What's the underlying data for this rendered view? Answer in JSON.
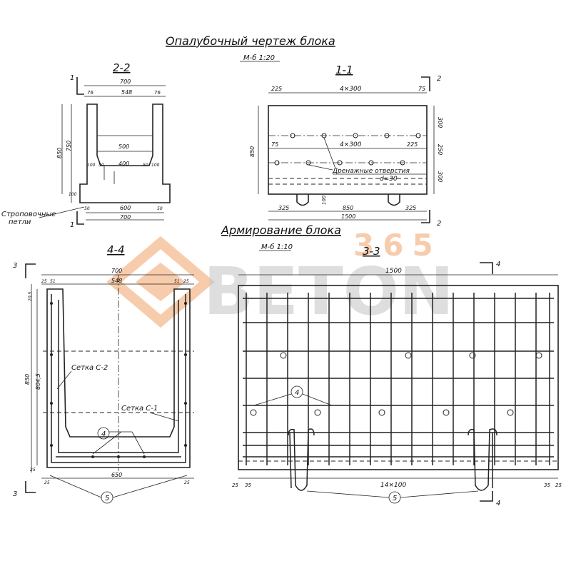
{
  "titles": {
    "formwork": "Опалубочный  чертеж  блока",
    "formwork_scale": "М-б 1:20",
    "reinforcement": "Армирование  блока",
    "reinforcement_scale": "М-б 1:10"
  },
  "sections": {
    "s22": "2-2",
    "s11": "1-1",
    "s44": "4-4",
    "s33": "3-3"
  },
  "cut_marks": {
    "m1": "1",
    "m2": "2",
    "m3": "3",
    "m4": "4"
  },
  "view_22": {
    "dims": [
      "700",
      "76",
      "548",
      "76",
      "850",
      "750",
      "500",
      "400",
      "100",
      "50",
      "50",
      "100",
      "100",
      "50",
      "600",
      "50",
      "700"
    ],
    "label_loops": "Строповочные",
    "label_loops2": "петли"
  },
  "view_11": {
    "dims": [
      "225",
      "4×300",
      "75",
      "300",
      "250",
      "300",
      "850",
      "75",
      "4×300",
      "225",
      "325",
      "850",
      "325",
      "1500",
      "100"
    ],
    "label_holes": "Дренажные  отверстия",
    "label_d": "d=30"
  },
  "view_44": {
    "dims": [
      "700",
      "25",
      "51",
      "548",
      "51",
      "25",
      "20,5",
      "850",
      "804,5",
      "25",
      "25",
      "650",
      "25"
    ],
    "label_c2": "Сетка С-2",
    "label_c1": "Сетка С-1",
    "callout_4": "4",
    "callout_5": "5"
  },
  "view_33": {
    "dims": [
      "1500",
      "25",
      "35",
      "14×100",
      "35",
      "25"
    ],
    "callout_4": "4",
    "callout_5": "5"
  },
  "watermark": {
    "text": "BETON",
    "sub": "365",
    "color": "#f2a46a"
  }
}
